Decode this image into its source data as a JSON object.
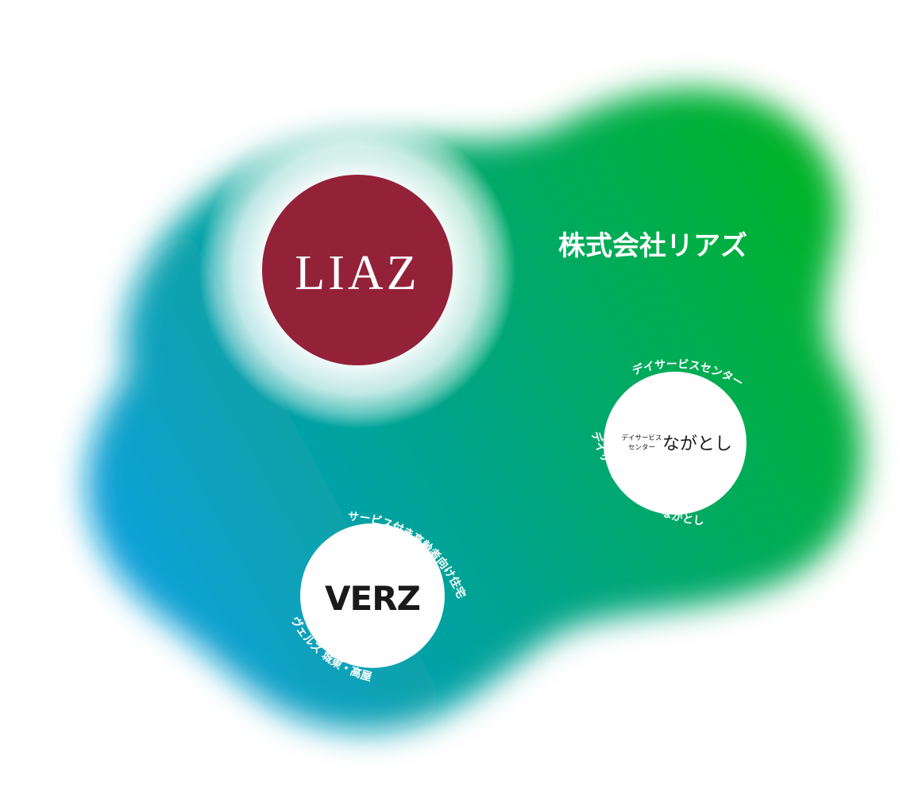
{
  "company_name": "株式会社リアズ",
  "liaz": {
    "logo_text": "LIAZ",
    "color": "#932238"
  },
  "verz": {
    "logo_text": "VERZ",
    "arc_top": "サービス付き高齢者向け住宅",
    "arc_bottom": "ヴェルズ 城東・高屋"
  },
  "nagatoshi": {
    "arc_top": "デイサービスセンター",
    "arc_bottom": "デイサービスセンターながとし",
    "logo_small_line1": "デイサービス",
    "logo_small_line2": "センター",
    "logo_main": "ながとし"
  },
  "colors": {
    "green": "#06b324",
    "teal": "#05a38d",
    "blue": "#0aa0e6",
    "white": "#ffffff",
    "ink": "#1a1a1a"
  }
}
